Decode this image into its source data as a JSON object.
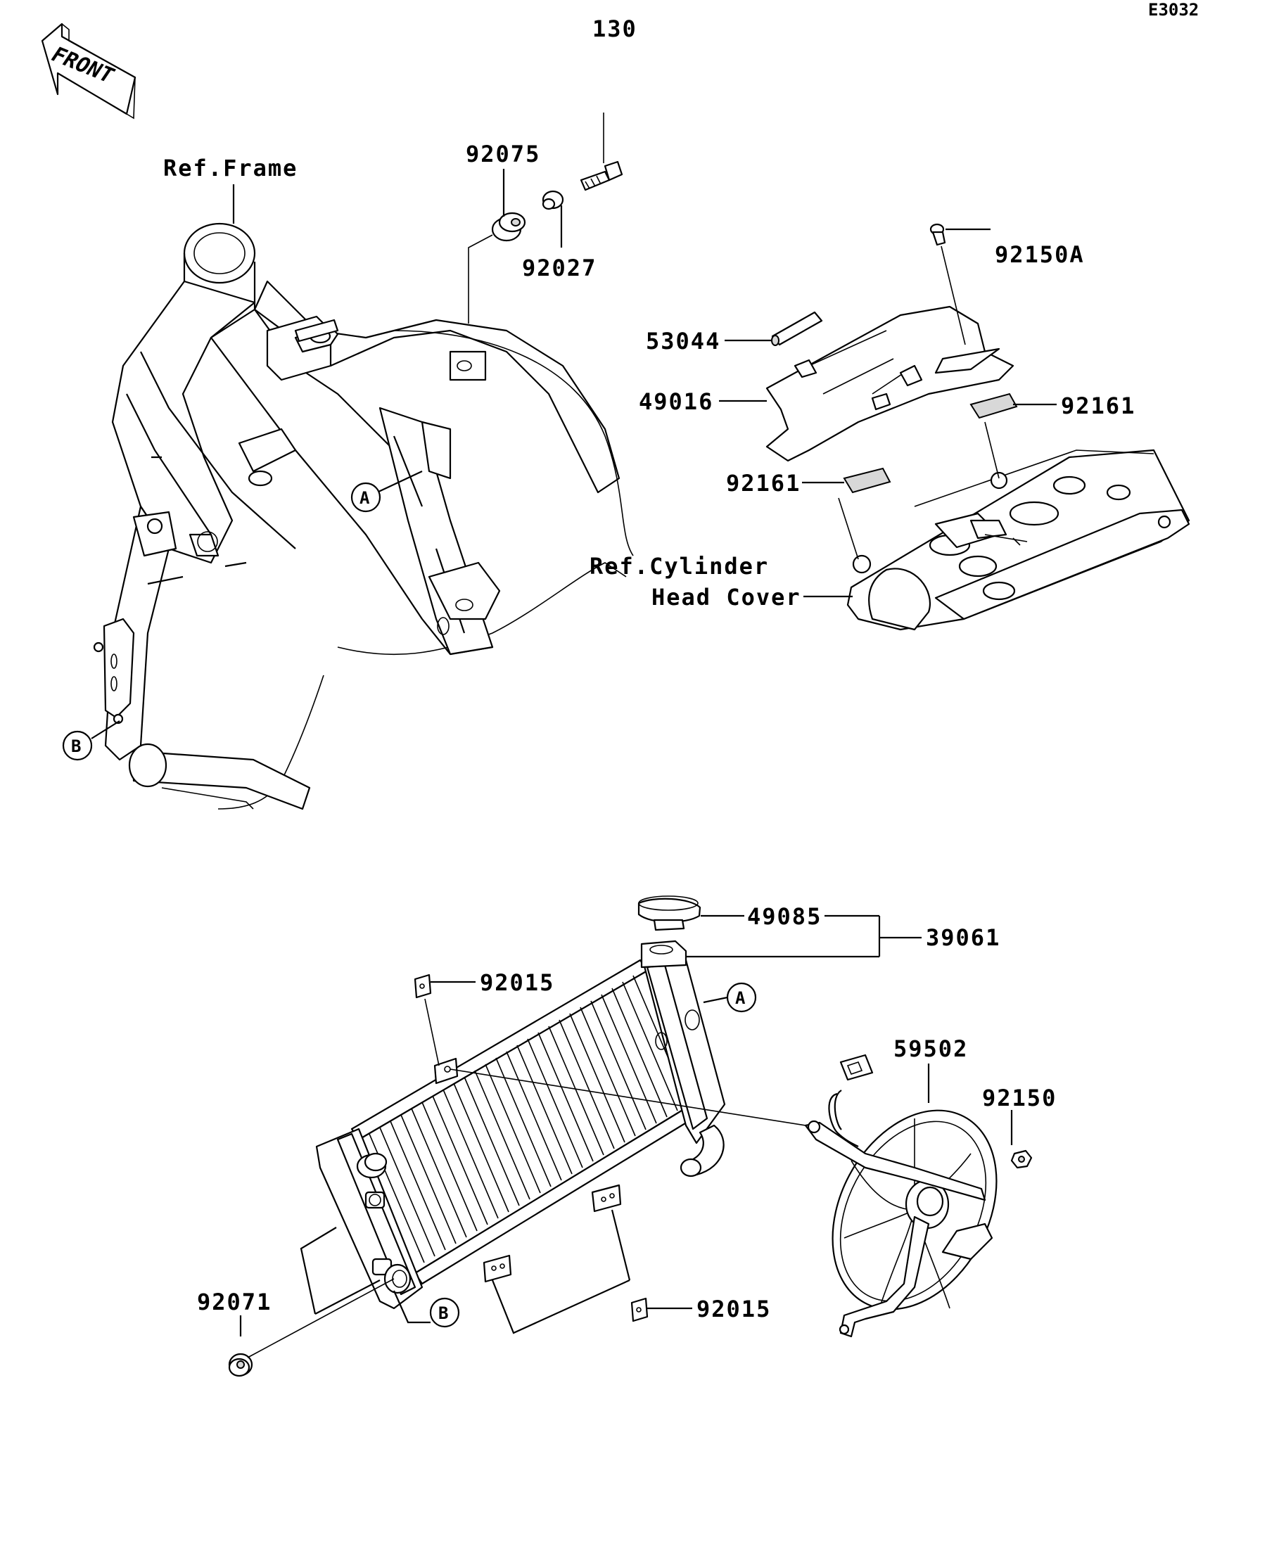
{
  "header": {
    "page_number": "130",
    "diagram_code": "E3032",
    "front_label": "FRONT"
  },
  "references": {
    "frame": "Ref.Frame",
    "cylinder_line1": "Ref.Cylinder",
    "cylinder_line2": "Head Cover"
  },
  "callouts": {
    "a": "A",
    "b": "B"
  },
  "parts": {
    "p92075": "92075",
    "p92027": "92027",
    "p92150A": "92150A",
    "p53044": "53044",
    "p49016": "49016",
    "p92161_right": "92161",
    "p92161_left": "92161",
    "p49085": "49085",
    "p39061": "39061",
    "p92015_top": "92015",
    "p59502": "59502",
    "p92150": "92150",
    "p92071": "92071",
    "p92015_bottom": "92015"
  }
}
